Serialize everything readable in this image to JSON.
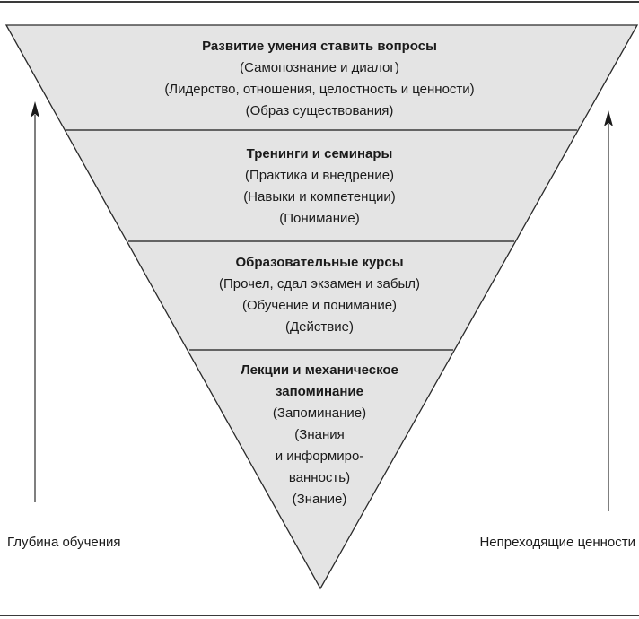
{
  "colors": {
    "fill": "#e4e4e4",
    "stroke": "#2a2a2a",
    "arrow": "#555555"
  },
  "tiers": [
    {
      "title": "Развитие умения ставить вопросы",
      "lines": [
        "(Самопознание и диалог)",
        "(Лидерство, отношения, целостность и ценности)",
        "(Образ существования)"
      ]
    },
    {
      "title": "Тренинги и семинары",
      "lines": [
        "(Практика и внедрение)",
        "(Навыки и компетенции)",
        "(Понимание)"
      ]
    },
    {
      "title": "Образовательные курсы",
      "lines": [
        "(Прочел, сдал экзамен и забыл)",
        "(Обучение и понимание)",
        "(Действие)"
      ]
    },
    {
      "title_lines": [
        "Лекции и механическое",
        "запоминание"
      ],
      "lines": [
        "(Запоминание)",
        "(Знания",
        "и информиро-",
        "ванность)",
        "(Знание)"
      ]
    }
  ],
  "left_axis": {
    "label": "Глубина обучения"
  },
  "right_axis": {
    "label": "Непреходящие ценности"
  }
}
